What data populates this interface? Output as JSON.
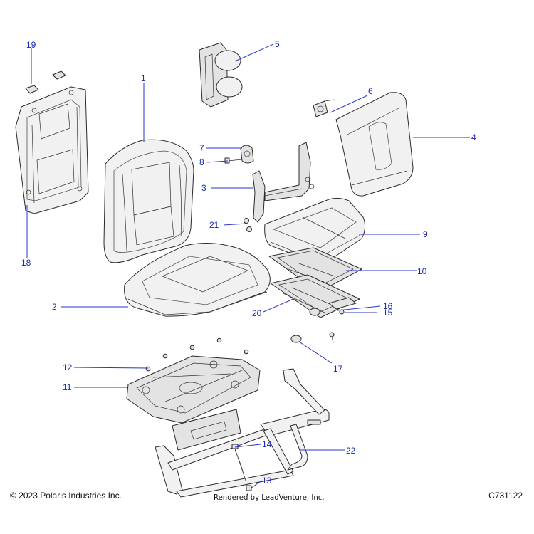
{
  "footer": {
    "copyright": "© 2023 Polaris Industries Inc.",
    "rendered_by": "Rendered by LeadVenture, Inc.",
    "diagram_id": "C731122"
  },
  "callouts": {
    "c1": "1",
    "c2": "2",
    "c3": "3",
    "c4": "4",
    "c5": "5",
    "c6": "6",
    "c7": "7",
    "c8": "8",
    "c9": "9",
    "c10": "10",
    "c11": "11",
    "c12": "12",
    "c13": "13",
    "c14": "14",
    "c15": "15",
    "c16": "16",
    "c17": "17",
    "c18": "18",
    "c19": "19",
    "c20": "20",
    "c21": "21",
    "c22": "22"
  },
  "colors": {
    "callout": "#1a28b4",
    "leader": "#2a35c8",
    "part_outline": "#2a2a2a"
  }
}
